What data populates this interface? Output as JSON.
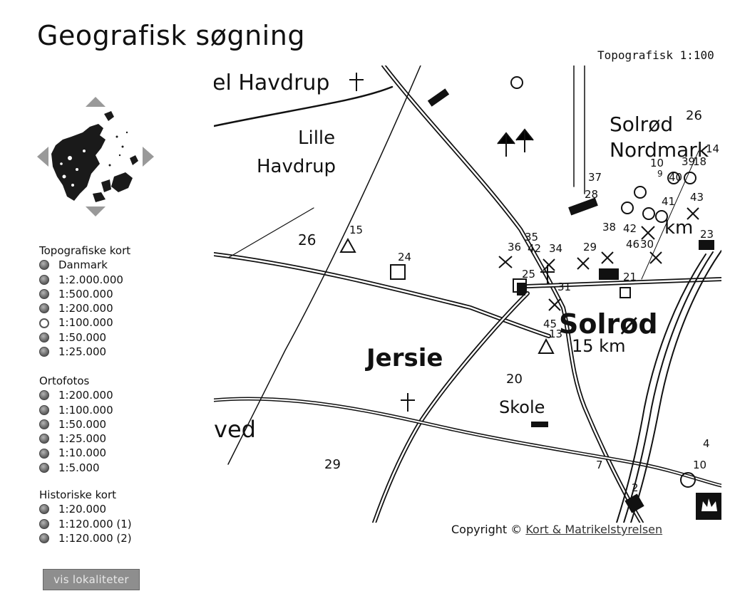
{
  "page": {
    "title": "Geografisk søgning",
    "map_scale_label": "Topografisk 1:100"
  },
  "groups": [
    {
      "title": "Topografiske kort",
      "items": [
        {
          "label": "Danmark",
          "selected": false
        },
        {
          "label": "1:2.000.000",
          "selected": false
        },
        {
          "label": "1:500.000",
          "selected": false
        },
        {
          "label": "1:200.000",
          "selected": false
        },
        {
          "label": "1:100.000",
          "selected": true
        },
        {
          "label": "1:50.000",
          "selected": false
        },
        {
          "label": "1:25.000",
          "selected": false
        }
      ]
    },
    {
      "title": "Ortofotos",
      "items": [
        {
          "label": "1:200.000",
          "selected": false
        },
        {
          "label": "1:100.000",
          "selected": false
        },
        {
          "label": "1:50.000",
          "selected": false
        },
        {
          "label": "1:25.000",
          "selected": false
        },
        {
          "label": "1:10.000",
          "selected": false
        },
        {
          "label": "1:5.000",
          "selected": false
        }
      ]
    },
    {
      "title": "Historiske kort",
      "items": [
        {
          "label": "1:20.000",
          "selected": false
        },
        {
          "label": "1:120.000 (1)",
          "selected": false
        },
        {
          "label": "1:120.000 (2)",
          "selected": false
        }
      ]
    }
  ],
  "button": {
    "label": "vis lokaliteter"
  },
  "map": {
    "place_names": {
      "havdrup": "el Havdrup",
      "lille": "Lille",
      "havdrup2": "Havdrup",
      "solrod_nordmark1": "Solrød",
      "solrod_nordmark2": "Nordmark",
      "solrod": "Solrød",
      "solrod_dist": "15 km",
      "jersie": "Jersie",
      "skole": "Skole",
      "ved": "ved",
      "km": "km"
    },
    "spot_labels": [
      "15",
      "26",
      "24",
      "20",
      "29",
      "35",
      "36",
      "42",
      "34",
      "25",
      "31",
      "45",
      "13",
      "29",
      "28",
      "37",
      "38",
      "42",
      "46",
      "30",
      "21",
      "41",
      "43",
      "10",
      "9",
      "40",
      "39",
      "18",
      "14",
      "26",
      "23",
      "7",
      "10",
      "2",
      "4"
    ]
  },
  "copyright": {
    "prefix": "Copyright ©",
    "link": "Kort & Matrikelstyrelsen"
  },
  "colors": {
    "button_bg": "#8e8e8e",
    "radio_fill": "#7a7a7a"
  }
}
